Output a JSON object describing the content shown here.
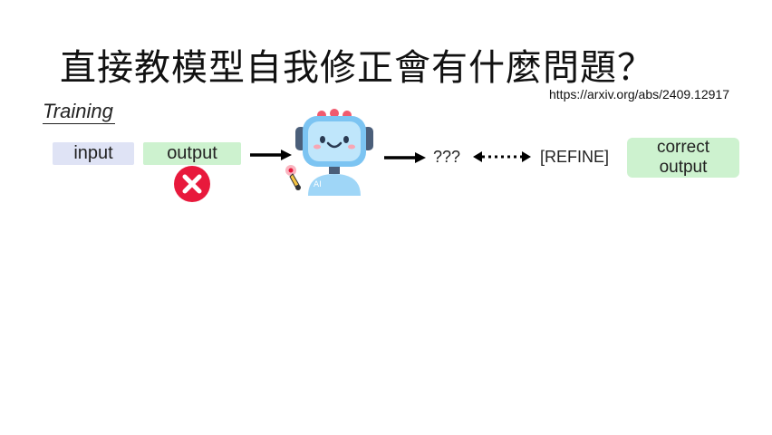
{
  "slide": {
    "title": "直接教模型自我修正會有什麼問題？",
    "link": "https://arxiv.org/abs/2409.12917",
    "section_label": "Training"
  },
  "flow": {
    "input_label": "input",
    "output_label": "output",
    "unknown_label": "???",
    "refine_label": "[REFINE]",
    "correct_line1": "correct",
    "correct_line2": "output",
    "robot_badge": "AI"
  },
  "icons": {
    "wrong_mark": "x-circle-icon",
    "robot": "robot-icon",
    "pencil": "pencil-icon"
  },
  "colors": {
    "input_bg": "#dfe3f5",
    "output_bg": "#cdf2cf",
    "wrong_red": "#e8193c",
    "robot_blue": "#7cc4f2"
  }
}
